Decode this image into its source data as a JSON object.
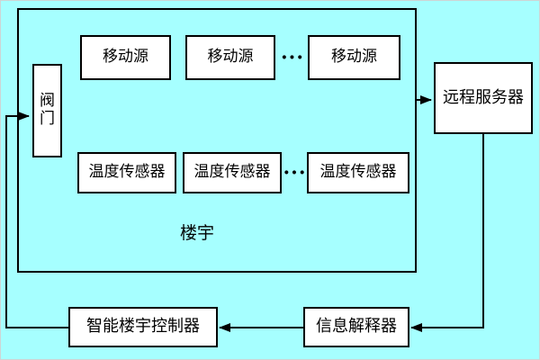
{
  "colors": {
    "background": "#a6ffff",
    "node_fill": "#ffffff",
    "line": "#000000"
  },
  "nodes": {
    "valve": "阀门",
    "mobile_sources": [
      "移动源",
      "移动源",
      "移动源"
    ],
    "mobile_ellipsis": "···",
    "temp_sensors": [
      "温度传感器",
      "温度传感器",
      "温度传感器"
    ],
    "sensor_ellipsis": "···",
    "building_label": "楼宇",
    "remote_server": "远程服务器",
    "info_interpreter": "信息解释器",
    "building_controller": "智能楼宇控制器"
  }
}
